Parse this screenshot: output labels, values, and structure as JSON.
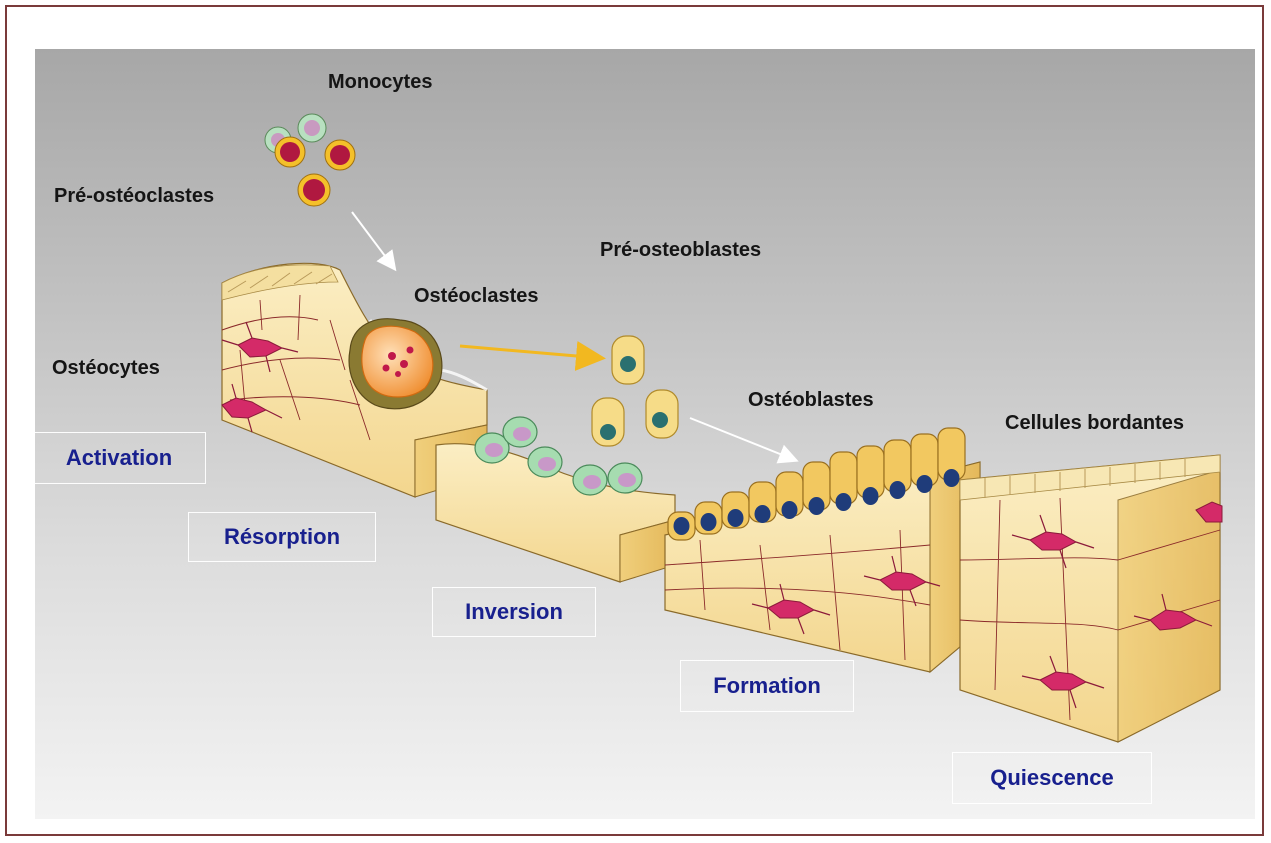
{
  "labels": {
    "monocytes": "Monocytes",
    "pre_osteoclasts": "Pré-ostéoclastes",
    "osteoclasts": "Ostéoclastes",
    "pre_osteoblasts": "Pré-osteoblastes",
    "osteocytes": "Ostéocytes",
    "osteoblasts": "Ostéoblastes",
    "lining_cells": "Cellules bordantes"
  },
  "phases": {
    "activation": "Activation",
    "resorption": "Résorption",
    "inversion": "Inversion",
    "formation": "Formation",
    "quiescence": "Quiescence"
  },
  "colors": {
    "phase_text": "#18208e",
    "bone": "#f6e2a8",
    "osteocyte": "#d42a68",
    "nucleus": "#1f3c7a",
    "osteoclast": "#f29a3a",
    "macrophage": "#a6dcb0"
  }
}
